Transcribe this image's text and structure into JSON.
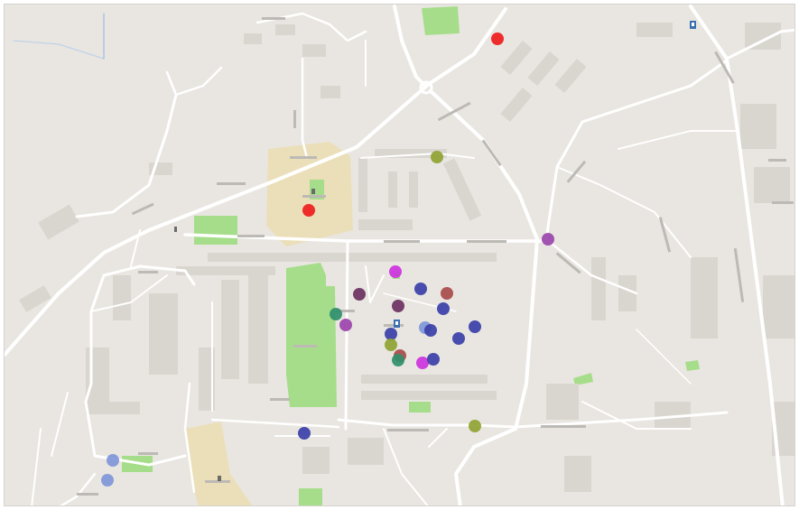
{
  "map": {
    "colors": {
      "background": "#e9e6e1",
      "road": "#ffffff",
      "building": "#d9d5cf",
      "park": "#a6dd8a",
      "school": "#eadfb8"
    },
    "markers": [
      {
        "id": "m1",
        "color": "#ee1c1c"
      },
      {
        "id": "m2",
        "color": "#ee1c1c"
      },
      {
        "id": "m3",
        "color": "#8fa332"
      },
      {
        "id": "m4",
        "color": "#9b44ab"
      },
      {
        "id": "m5",
        "color": "#cc33dd"
      },
      {
        "id": "m6",
        "color": "#6b3060"
      },
      {
        "id": "m7",
        "color": "#3a3fa8"
      },
      {
        "id": "m8",
        "color": "#a84b4b"
      },
      {
        "id": "m9",
        "color": "#6b3060"
      },
      {
        "id": "m10",
        "color": "#3a3fa8"
      },
      {
        "id": "m11",
        "color": "#2f8f6b"
      },
      {
        "id": "m12",
        "color": "#9b44ab"
      },
      {
        "id": "m13",
        "color": "#7f96d8"
      },
      {
        "id": "m14",
        "color": "#3a3fa8"
      },
      {
        "id": "m15",
        "color": "#3a3fa8"
      },
      {
        "id": "m16",
        "color": "#3a3fa8"
      },
      {
        "id": "m17",
        "color": "#3a3fa8"
      },
      {
        "id": "m18",
        "color": "#8fa332"
      },
      {
        "id": "m19",
        "color": "#a84b4b"
      },
      {
        "id": "m20",
        "color": "#2f8f6b"
      },
      {
        "id": "m21",
        "color": "#cc33dd"
      },
      {
        "id": "m22",
        "color": "#3a3fa8"
      },
      {
        "id": "m23",
        "color": "#8fa332"
      },
      {
        "id": "m24",
        "color": "#3a3fa8"
      },
      {
        "id": "m25",
        "color": "#7f96d8"
      },
      {
        "id": "m26",
        "color": "#7f96d8"
      }
    ]
  }
}
